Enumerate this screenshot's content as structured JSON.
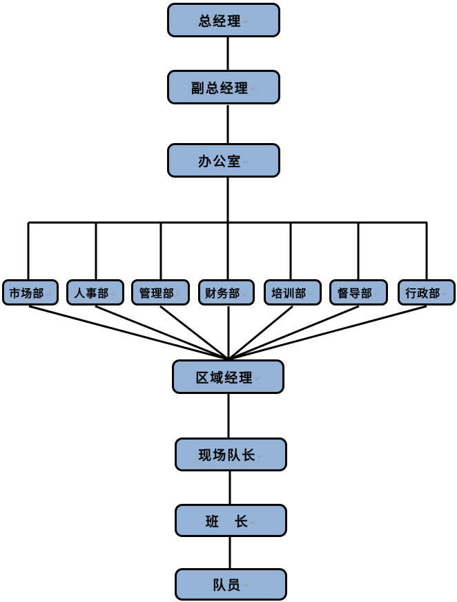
{
  "diagram": {
    "type": "org-chart",
    "paragraph_mark": "↵",
    "levels": {
      "general_manager": "总经理",
      "deputy_general_manager": "副总经理",
      "office": "办公室",
      "departments": [
        "市场部",
        "人事部",
        "管理部",
        "财务部",
        "培训部",
        "督导部",
        "行政部"
      ],
      "regional_manager": "区域经理",
      "site_captain": "现场队长",
      "squad_leader": "班　长",
      "team_member": "队员"
    },
    "hierarchy_note": "总经理 → 副总经理 → 办公室 → (市场部/人事部/管理部/财务部/培训部/督导部/行政部) → 区域经理 → 现场队长 → 班长 → 队员",
    "colors": {
      "node_fill": "#95B3D7",
      "node_border": "#000000",
      "connector": "#000000",
      "background": "#FFFFFF"
    }
  }
}
